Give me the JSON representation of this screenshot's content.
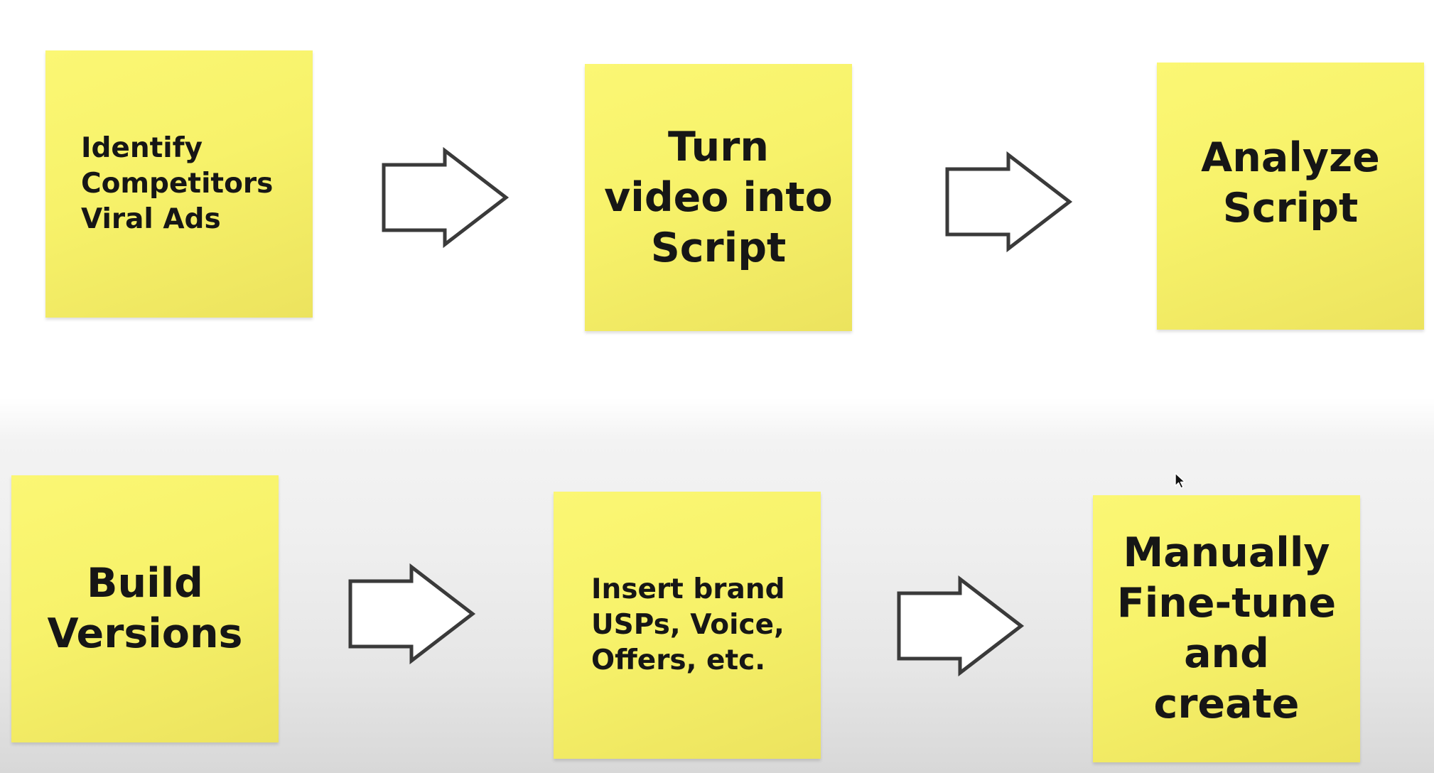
{
  "steps": [
    {
      "lines": [
        "Identify",
        "Competitors",
        "Viral Ads"
      ]
    },
    {
      "lines": [
        "Turn",
        "video into",
        "Script"
      ]
    },
    {
      "lines": [
        "Analyze",
        "Script"
      ]
    },
    {
      "lines": [
        "Build",
        "Versions"
      ]
    },
    {
      "lines": [
        "Insert brand",
        "USPs, Voice,",
        "Offers, etc."
      ]
    },
    {
      "lines": [
        "Manually",
        "Fine-tune",
        "and",
        "create"
      ]
    }
  ],
  "colors": {
    "note_fill": "#f7f26a",
    "text": "#161616",
    "arrow_outline": "#3a3a3a"
  }
}
